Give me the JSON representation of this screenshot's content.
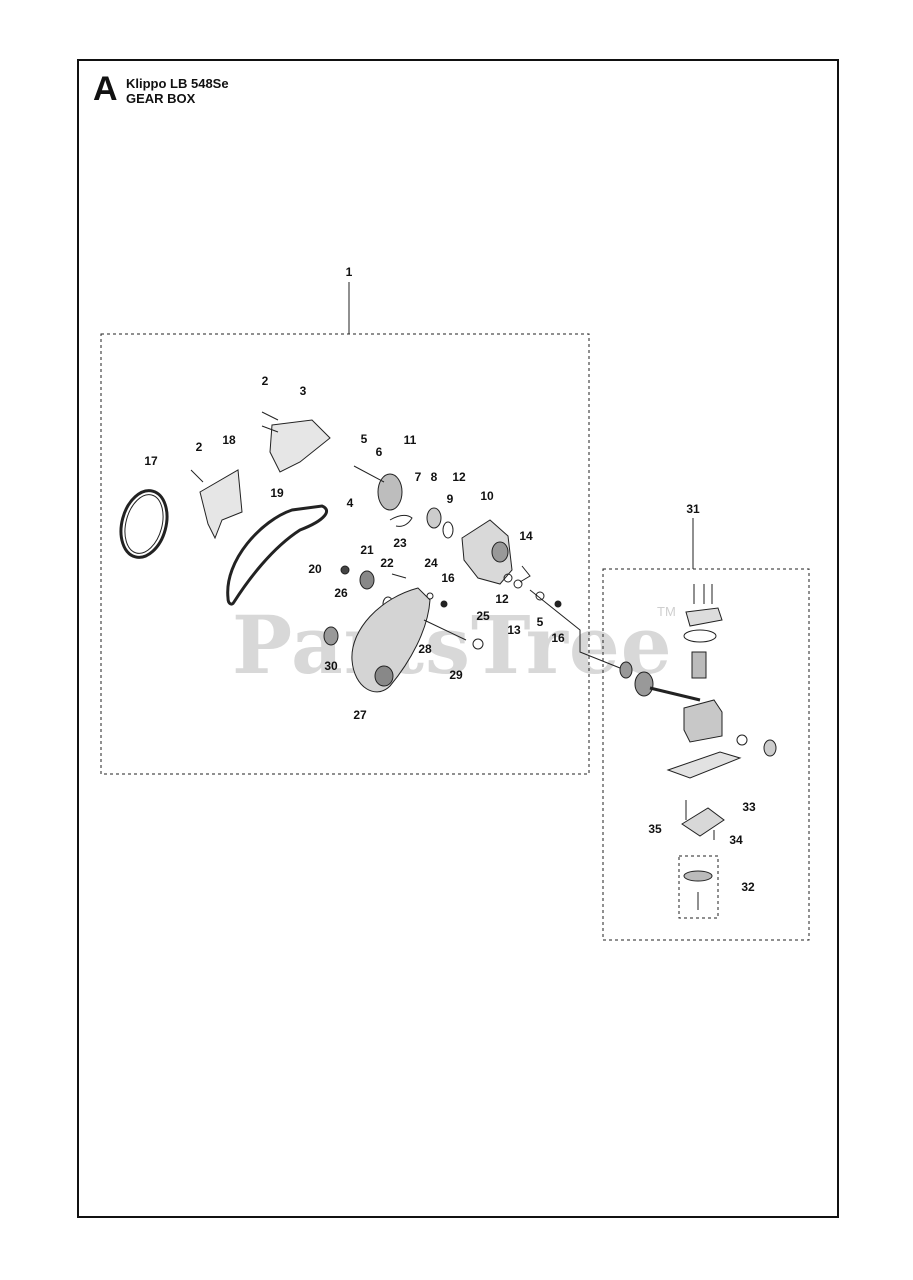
{
  "header": {
    "section_letter": "A",
    "model": "Klippo LB 548Se",
    "title": "GEAR BOX"
  },
  "watermark": {
    "text": "PartsTree",
    "tm": "TM"
  },
  "callouts": [
    {
      "id": "c1",
      "label": "1"
    },
    {
      "id": "c2a",
      "label": "2"
    },
    {
      "id": "c3",
      "label": "3"
    },
    {
      "id": "c2b",
      "label": "2"
    },
    {
      "id": "c18",
      "label": "18"
    },
    {
      "id": "c17",
      "label": "17"
    },
    {
      "id": "c5a",
      "label": "5"
    },
    {
      "id": "c11",
      "label": "11"
    },
    {
      "id": "c6",
      "label": "6"
    },
    {
      "id": "c7",
      "label": "7"
    },
    {
      "id": "c8",
      "label": "8"
    },
    {
      "id": "c12a",
      "label": "12"
    },
    {
      "id": "c4",
      "label": "4"
    },
    {
      "id": "c9",
      "label": "9"
    },
    {
      "id": "c10",
      "label": "10"
    },
    {
      "id": "c19",
      "label": "19"
    },
    {
      "id": "c14",
      "label": "14"
    },
    {
      "id": "c23",
      "label": "23"
    },
    {
      "id": "c21",
      "label": "21"
    },
    {
      "id": "c24",
      "label": "24"
    },
    {
      "id": "c20",
      "label": "20"
    },
    {
      "id": "c22",
      "label": "22"
    },
    {
      "id": "c16a",
      "label": "16"
    },
    {
      "id": "c26",
      "label": "26"
    },
    {
      "id": "c12b",
      "label": "12"
    },
    {
      "id": "c25",
      "label": "25"
    },
    {
      "id": "c13",
      "label": "13"
    },
    {
      "id": "c5b",
      "label": "5"
    },
    {
      "id": "c16b",
      "label": "16"
    },
    {
      "id": "c28",
      "label": "28"
    },
    {
      "id": "c30",
      "label": "30"
    },
    {
      "id": "c29",
      "label": "29"
    },
    {
      "id": "c27",
      "label": "27"
    },
    {
      "id": "c31",
      "label": "31"
    },
    {
      "id": "c33",
      "label": "33"
    },
    {
      "id": "c35",
      "label": "35"
    },
    {
      "id": "c34",
      "label": "34"
    },
    {
      "id": "c32",
      "label": "32"
    }
  ]
}
